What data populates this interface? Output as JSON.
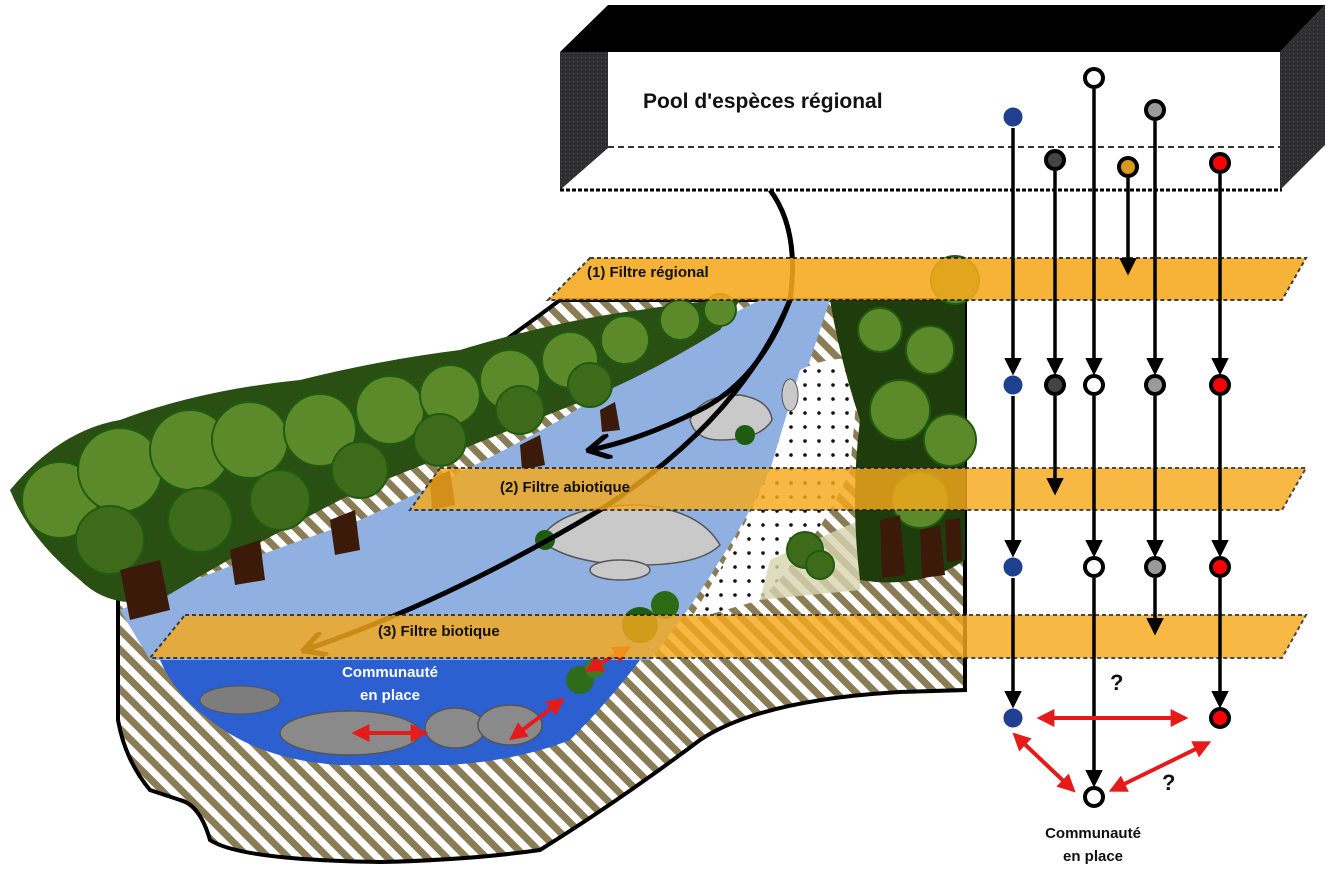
{
  "title": "Pool d'espèces régional",
  "filters": [
    {
      "id": "regional",
      "label": "(1) Filtre régional"
    },
    {
      "id": "abiotic",
      "label": "(2) Filtre abiotique"
    },
    {
      "id": "biotic",
      "label": "(3) Filtre biotique"
    }
  ],
  "community_label_landscape": [
    "Communauté",
    "en place"
  ],
  "community_label_schema": [
    "Communauté",
    "en place"
  ],
  "question_marks": [
    "?",
    "?"
  ],
  "colors": {
    "filter_band": "#f6a91c",
    "pool_box_top": "#000000",
    "pool_box_side": "#333333",
    "water_light": "#8fb0e0",
    "water_deep": "#2c5fcf",
    "soil_stripe": "#8a7d55",
    "interaction_arrow": "#e51b1b",
    "tree_dark": "#1f3d0c",
    "tree_mid": "#3d6b1a",
    "tree_light": "#5c8a2a",
    "trunk": "#3b1a0a"
  },
  "species": [
    {
      "name": "blue",
      "fill": "#1f3f8f",
      "outline": "#1f3f8f",
      "stages": {
        "pool": true,
        "after_regional": true,
        "after_abiotic": true,
        "after_biotic": true
      }
    },
    {
      "name": "dark-grey",
      "fill": "#444444",
      "outline": "#000000",
      "stages": {
        "pool": true,
        "after_regional": true,
        "after_abiotic": false,
        "after_biotic": false
      }
    },
    {
      "name": "white",
      "fill": "#ffffff",
      "outline": "#000000",
      "stages": {
        "pool": true,
        "after_regional": true,
        "after_abiotic": true,
        "after_biotic": true
      }
    },
    {
      "name": "orange",
      "fill": "#d99a1c",
      "outline": "#000000",
      "stages": {
        "pool": true,
        "after_regional": false,
        "after_abiotic": false,
        "after_biotic": false
      }
    },
    {
      "name": "light-grey",
      "fill": "#9a9a9a",
      "outline": "#000000",
      "stages": {
        "pool": true,
        "after_regional": true,
        "after_abiotic": true,
        "after_biotic": false
      }
    },
    {
      "name": "red",
      "fill": "#ff0000",
      "outline": "#000000",
      "stages": {
        "pool": true,
        "after_regional": true,
        "after_abiotic": true,
        "after_biotic": true
      }
    }
  ],
  "interactions": [
    {
      "from": "blue",
      "to": "red",
      "type": "bidirectional"
    },
    {
      "from": "blue",
      "to": "white",
      "type": "bidirectional"
    },
    {
      "from": "white",
      "to": "red",
      "type": "bidirectional",
      "uncertain": true
    }
  ]
}
